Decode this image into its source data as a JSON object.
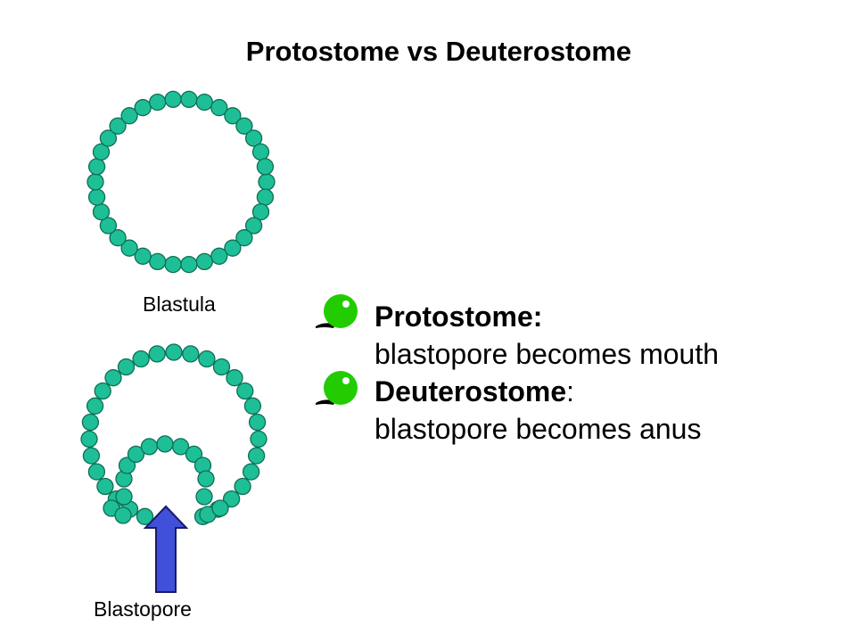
{
  "title": "Protostome vs Deuterostome",
  "labels": {
    "blastula": "Blastula",
    "blastopore": "Blastopore"
  },
  "bullets": [
    {
      "heading": "Protostome:",
      "text": "blastopore becomes mouth"
    },
    {
      "heading": "Deuterostome",
      "heading_suffix": ":",
      "text": "blastopore becomes anus"
    }
  ],
  "colors": {
    "cell_fill": "#1ebf96",
    "cell_stroke": "#0e6e55",
    "arrow_fill": "#4050d8",
    "arrow_stroke": "#1a1a6a",
    "bullet_green": "#22cc00"
  }
}
